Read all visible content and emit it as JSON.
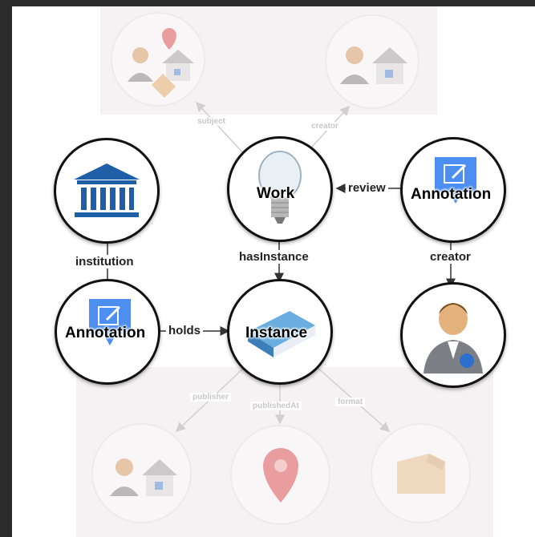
{
  "nodes": {
    "work": "Work",
    "instance": "Instance",
    "annotation_top": "Annotation",
    "annotation_left": "Annotation"
  },
  "edges": {
    "subject": "subject",
    "creator_top": "creator",
    "review": "review",
    "institution": "institution",
    "hasInstance": "hasInstance",
    "creator_right": "creator",
    "holds": "holds",
    "publisher": "publisher",
    "publishedAt": "publishedAt",
    "format": "format"
  },
  "icons": {
    "institution": "institution-building-icon",
    "work": "lightbulb-icon",
    "annotation": "annotation-edit-icon",
    "instance": "book-icon",
    "person": "person-icon",
    "house": "house-icon",
    "location": "location-pin-icon",
    "tag": "price-tag-icon",
    "box": "box-icon"
  },
  "colors": {
    "frame": "#2b2b2b",
    "annotation_blue": "#4d8ff0",
    "institution_blue": "#1f5fa8",
    "pin_red": "#e05a5a"
  }
}
